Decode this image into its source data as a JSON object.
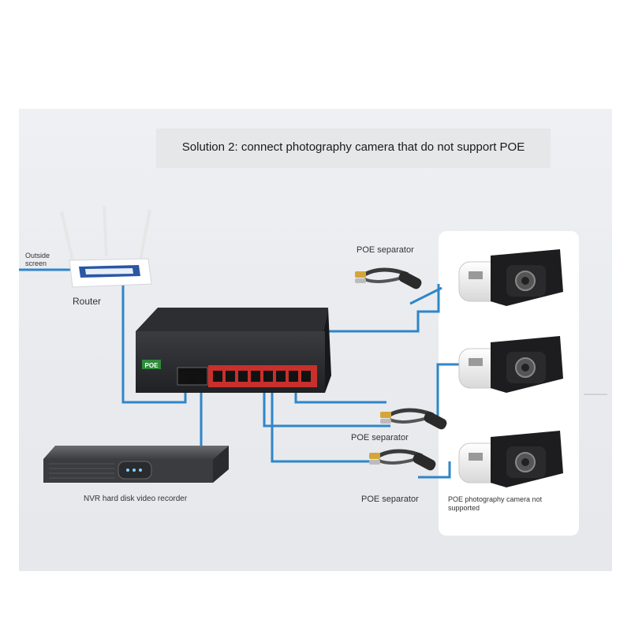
{
  "title": "Solution 2: connect photography camera that do not support POE",
  "labels": {
    "outside_line1": "Outside",
    "outside_line2": "screen",
    "router": "Router",
    "nvr": "NVR hard disk video recorder",
    "separator_top": "POE separator",
    "separator_middle": "POE separator",
    "separator_bottom": "POE separator",
    "camera_line1": "POE photography camera not",
    "camera_line2": "supported"
  },
  "device_text": {
    "switch_badge": "POE"
  },
  "colors": {
    "cable": "#2f86c8",
    "switch_body": "#1e2023",
    "switch_red_ports": "#c9302c",
    "poe_badge": "#2e8b3a",
    "router_accent": "#2b56a3",
    "nvr_body": "#4a4c50",
    "camera_body": "#f4f4f4",
    "camera_hood": "#1d1d1f"
  }
}
